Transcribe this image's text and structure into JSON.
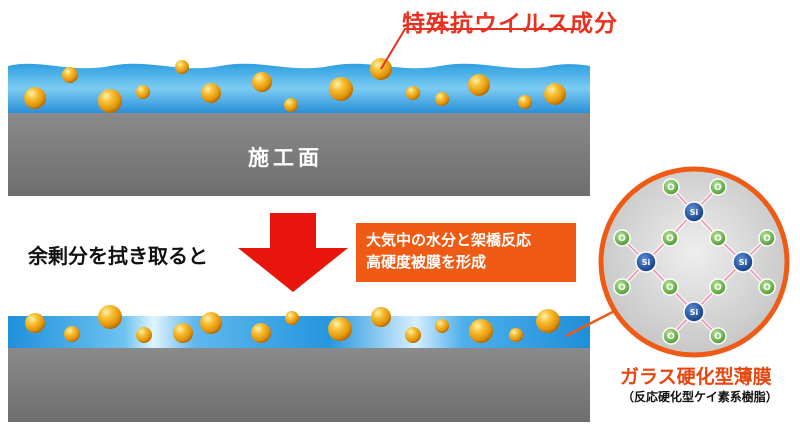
{
  "labels": {
    "antiviral": "特殊抗ウイルス成分",
    "surface": "施工面",
    "wipe": "余剰分を拭き取ると",
    "box_line1": "大気中の水分と架橋反応",
    "box_line2": "高硬度被膜を形成",
    "film_title": "ガラス硬化型薄膜",
    "film_sub": "（反応硬化型ケイ素系樹脂）"
  },
  "molecule": {
    "o_label": "O",
    "si_label": "Si"
  },
  "colors": {
    "red_text": "#e8311f",
    "orange": "#ef5b14",
    "blue_layer": "#29a3e0",
    "substrate": "#7c7c7c",
    "particle": "#f0a70e",
    "arrow": "#e8150c",
    "oxygen": "#5fb045",
    "silicon": "#1a4f9c"
  }
}
